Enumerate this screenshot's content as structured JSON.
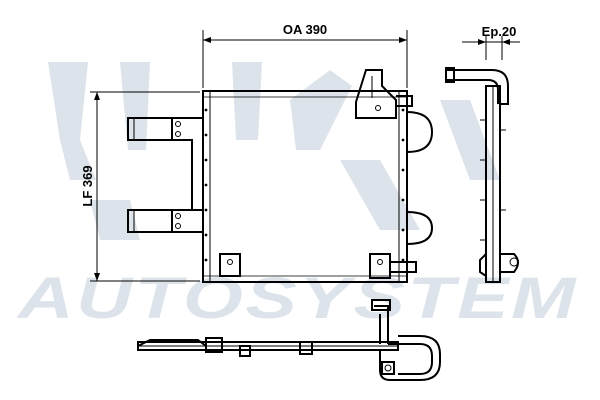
{
  "dimensions": {
    "width_label": "OA 390",
    "height_label": "LF 369",
    "thickness_label": "Ep.20"
  },
  "watermark": {
    "text": "AUTOSYSTEM"
  },
  "colors": {
    "line": "#000000",
    "watermark": "#dce3ea"
  }
}
